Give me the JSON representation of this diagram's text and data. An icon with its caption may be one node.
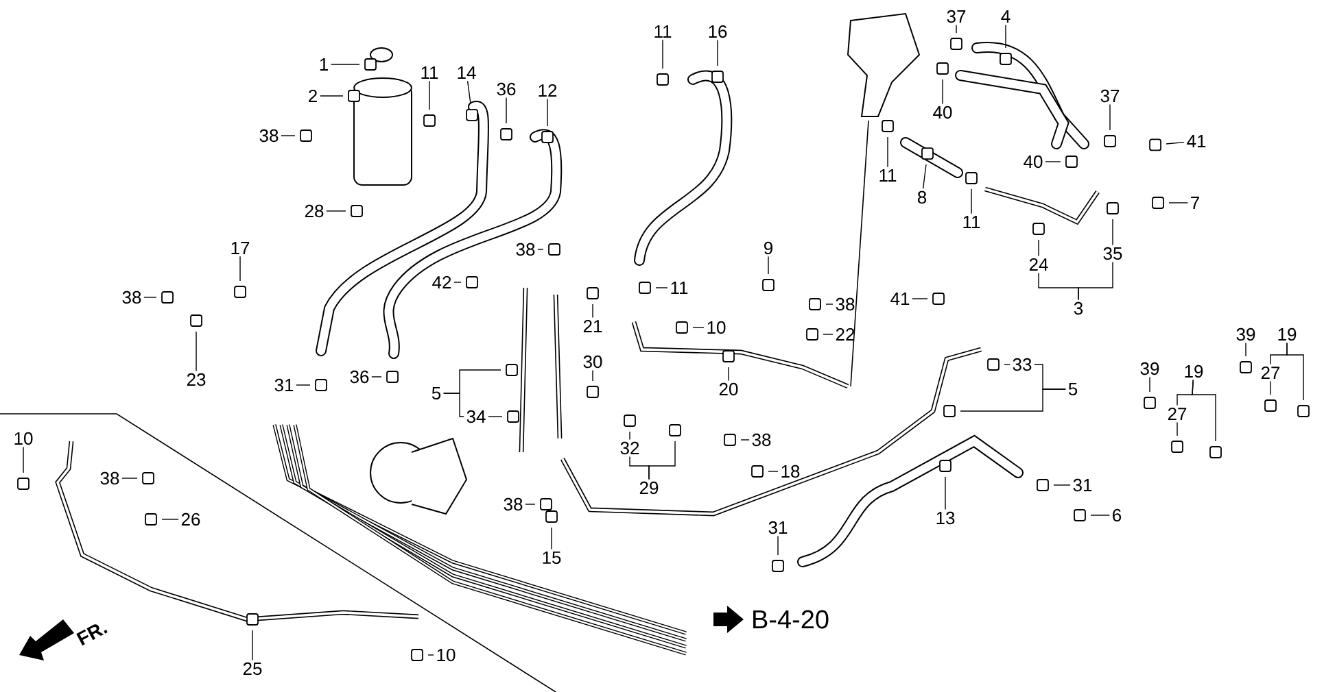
{
  "diagram": {
    "nodes": [
      {
        "text": [
          "1"
        ]
      },
      {
        "text": [
          "2"
        ]
      },
      {
        "text": [
          "38"
        ]
      },
      {
        "text": [
          "28"
        ]
      },
      {
        "text": [
          "11"
        ]
      },
      {
        "text": [
          "14"
        ]
      },
      {
        "text": [
          "36"
        ]
      },
      {
        "text": [
          "12"
        ]
      },
      {
        "text": [
          "17"
        ]
      },
      {
        "text": [
          "38"
        ]
      },
      {
        "text": [
          "23"
        ]
      },
      {
        "text": [
          "31"
        ]
      },
      {
        "text": [
          "36"
        ]
      },
      {
        "text": [
          "38"
        ]
      },
      {
        "text": [
          "42"
        ]
      },
      {
        "text": [
          "21"
        ]
      },
      {
        "text": [
          "5"
        ]
      },
      {
        "text": [
          "34"
        ]
      },
      {
        "text": [
          "30"
        ]
      },
      {
        "text": [
          "11"
        ]
      },
      {
        "text": [
          "16"
        ]
      },
      {
        "text": [
          "11"
        ]
      },
      {
        "text": [
          "9"
        ]
      },
      {
        "text": [
          "10"
        ]
      },
      {
        "text": [
          "38"
        ]
      },
      {
        "text": [
          "22"
        ]
      },
      {
        "text": [
          "20"
        ]
      },
      {
        "text": [
          "37"
        ]
      },
      {
        "text": [
          "4"
        ]
      },
      {
        "text": [
          "40"
        ]
      },
      {
        "text": [
          "11"
        ]
      },
      {
        "text": [
          "8"
        ]
      },
      {
        "text": [
          "11"
        ]
      },
      {
        "text": [
          "37"
        ]
      },
      {
        "text": [
          "40"
        ]
      },
      {
        "text": [
          "41"
        ]
      },
      {
        "text": [
          "7"
        ]
      },
      {
        "text": [
          "24"
        ]
      },
      {
        "text": [
          "35"
        ]
      },
      {
        "text": [
          "3"
        ]
      },
      {
        "text": [
          "41"
        ]
      },
      {
        "text": [
          "33"
        ]
      },
      {
        "text": [
          "5"
        ]
      },
      {
        "text": [
          "39"
        ]
      },
      {
        "text": [
          "19"
        ]
      },
      {
        "text": [
          "27"
        ]
      },
      {
        "text": [
          "39"
        ]
      },
      {
        "text": [
          "19"
        ]
      },
      {
        "text": [
          "27"
        ]
      },
      {
        "text": [
          "10"
        ]
      },
      {
        "text": [
          "38"
        ]
      },
      {
        "text": [
          "26"
        ]
      },
      {
        "text": [
          "32"
        ]
      },
      {
        "text": [
          "29"
        ]
      },
      {
        "text": [
          "38"
        ]
      },
      {
        "text": [
          "15"
        ]
      },
      {
        "text": [
          "38"
        ]
      },
      {
        "text": [
          "18"
        ]
      },
      {
        "text": [
          "31"
        ]
      },
      {
        "text": [
          "13"
        ]
      },
      {
        "text": [
          "31"
        ]
      },
      {
        "text": [
          "6"
        ]
      },
      {
        "text": [
          "25"
        ]
      },
      {
        "text": [
          "10"
        ]
      }
    ],
    "edges": [
      {
        "from": 0,
        "to": null,
        "arrow": "none"
      },
      {
        "from": 1,
        "to": null,
        "arrow": "none"
      },
      {
        "from": 2,
        "to": null,
        "arrow": "none"
      },
      {
        "from": 3,
        "to": null,
        "arrow": "none"
      },
      {
        "from": 4,
        "to": null,
        "arrow": "none"
      },
      {
        "from": 5,
        "to": null,
        "arrow": "none"
      },
      {
        "from": 6,
        "to": null,
        "arrow": "none"
      },
      {
        "from": 7,
        "to": null,
        "arrow": "none"
      },
      {
        "from": 8,
        "to": null,
        "arrow": "none"
      },
      {
        "from": 9,
        "to": null,
        "arrow": "none"
      },
      {
        "from": 10,
        "to": null,
        "arrow": "none"
      },
      {
        "from": 11,
        "to": null,
        "arrow": "none"
      },
      {
        "from": 12,
        "to": null,
        "arrow": "none"
      },
      {
        "from": 13,
        "to": null,
        "arrow": "none"
      },
      {
        "from": 14,
        "to": null,
        "arrow": "none"
      },
      {
        "from": 15,
        "to": null,
        "arrow": "none"
      },
      {
        "from": 16,
        "to": 17,
        "arrow": "none"
      },
      {
        "from": 16,
        "to": null,
        "arrow": "none"
      },
      {
        "from": 17,
        "to": null,
        "arrow": "none"
      },
      {
        "from": 18,
        "to": null,
        "arrow": "none"
      },
      {
        "from": 19,
        "to": null,
        "arrow": "none"
      },
      {
        "from": 20,
        "to": null,
        "arrow": "none"
      },
      {
        "from": 21,
        "to": null,
        "arrow": "none"
      },
      {
        "from": 22,
        "to": null,
        "arrow": "none"
      },
      {
        "from": 23,
        "to": null,
        "arrow": "none"
      },
      {
        "from": 24,
        "to": null,
        "arrow": "none"
      },
      {
        "from": 25,
        "to": null,
        "arrow": "none"
      },
      {
        "from": 26,
        "to": null,
        "arrow": "none"
      },
      {
        "from": 27,
        "to": null,
        "arrow": "none"
      },
      {
        "from": 28,
        "to": null,
        "arrow": "none"
      },
      {
        "from": 29,
        "to": null,
        "arrow": "none"
      },
      {
        "from": 30,
        "to": null,
        "arrow": "none"
      },
      {
        "from": 31,
        "to": null,
        "arrow": "none"
      },
      {
        "from": 32,
        "to": null,
        "arrow": "none"
      },
      {
        "from": 33,
        "to": null,
        "arrow": "none"
      },
      {
        "from": 34,
        "to": null,
        "arrow": "none"
      },
      {
        "from": 35,
        "to": null,
        "arrow": "none"
      },
      {
        "from": 36,
        "to": null,
        "arrow": "none"
      },
      {
        "from": 37,
        "to": null,
        "arrow": "none"
      },
      {
        "from": 38,
        "to": null,
        "arrow": "none"
      },
      {
        "from": 39,
        "to": 37,
        "arrow": "none"
      },
      {
        "from": 39,
        "to": 38,
        "arrow": "none"
      },
      {
        "from": 40,
        "to": null,
        "arrow": "none"
      },
      {
        "from": 41,
        "to": null,
        "arrow": "none"
      },
      {
        "from": 42,
        "to": 41,
        "arrow": "none"
      },
      {
        "from": 42,
        "to": null,
        "arrow": "none"
      },
      {
        "from": 43,
        "to": null,
        "arrow": "none"
      },
      {
        "from": 44,
        "to": 45,
        "arrow": "none"
      },
      {
        "from": 44,
        "to": null,
        "arrow": "none"
      },
      {
        "from": 45,
        "to": null,
        "arrow": "none"
      },
      {
        "from": 46,
        "to": null,
        "arrow": "none"
      },
      {
        "from": 47,
        "to": 48,
        "arrow": "none"
      },
      {
        "from": 47,
        "to": null,
        "arrow": "none"
      },
      {
        "from": 48,
        "to": null,
        "arrow": "none"
      },
      {
        "from": 49,
        "to": null,
        "arrow": "none"
      },
      {
        "from": 50,
        "to": null,
        "arrow": "none"
      },
      {
        "from": 51,
        "to": null,
        "arrow": "none"
      },
      {
        "from": 52,
        "to": null,
        "arrow": "none"
      },
      {
        "from": 53,
        "to": 52,
        "arrow": "none"
      },
      {
        "from": 53,
        "to": null,
        "arrow": "none"
      },
      {
        "from": 54,
        "to": null,
        "arrow": "none"
      },
      {
        "from": 55,
        "to": null,
        "arrow": "none"
      },
      {
        "from": 56,
        "to": null,
        "arrow": "none"
      },
      {
        "from": 57,
        "to": null,
        "arrow": "none"
      },
      {
        "from": 58,
        "to": null,
        "arrow": "none"
      },
      {
        "from": 59,
        "to": null,
        "arrow": "none"
      },
      {
        "from": 60,
        "to": null,
        "arrow": "none"
      },
      {
        "from": 61,
        "to": null,
        "arrow": "none"
      },
      {
        "from": 62,
        "to": null,
        "arrow": "none"
      },
      {
        "from": 63,
        "to": null,
        "arrow": "none"
      }
    ],
    "labels": [
      "B-4-20",
      "FR."
    ]
  }
}
